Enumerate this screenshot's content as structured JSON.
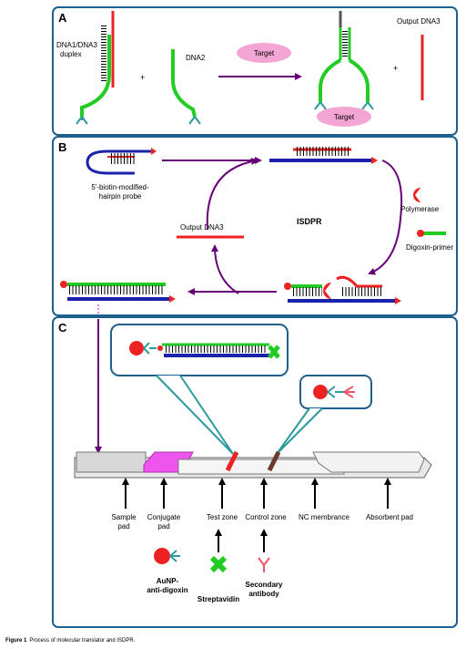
{
  "panels": {
    "a": {
      "letter": "A",
      "dna1_dna3_label": [
        "DNA1/DNA3",
        "duplex"
      ],
      "plus": "+",
      "dna2_label": "DNA2",
      "target_label": "Target",
      "output_dna3_label": "Output DNA3"
    },
    "b": {
      "letter": "B",
      "probe_label": [
        "5'-biotin-modified-",
        "hairpin probe"
      ],
      "polymerase_label": "Polymerase",
      "isdpr_label": "ISDPR",
      "output_dna3_label": "Output DNA3",
      "digoxin_primer_label": "Digoxin-primer"
    },
    "c": {
      "letter": "C",
      "strip_labels": {
        "sample_pad": [
          "Sample",
          "pad"
        ],
        "conjugate_pad": [
          "Conjugate",
          "pad"
        ],
        "test_zone": "Test zone",
        "control_zone": "Control zone",
        "nc_membrance": "NC membrance",
        "absorbent_pad": "Absorbent pad"
      },
      "legend": {
        "aunp": [
          "AuNP-",
          "anti-digoxin"
        ],
        "streptavidin": "Streptavidin",
        "secondary": [
          "Secondary",
          "antibody"
        ]
      }
    }
  },
  "caption": {
    "figure": "Figure 1",
    "text": "Process of molecular translator and ISDPR."
  },
  "colors": {
    "frame": "#1e5f8c",
    "green": "#22cc22",
    "red": "#ee2222",
    "blue": "#1a22aa",
    "purple": "#660077",
    "teal": "#2a9a9a",
    "target_pink": "#f3a6d4",
    "magenta": "#ee55ee",
    "brown": "#6b3a2a"
  }
}
